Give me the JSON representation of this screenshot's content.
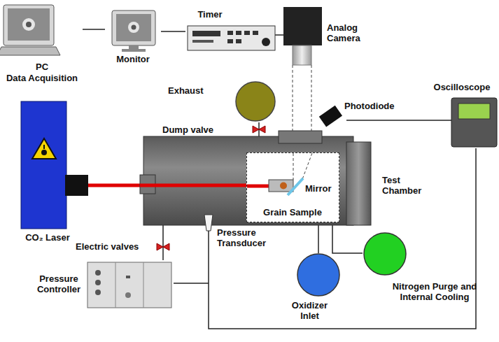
{
  "diagram": {
    "nodes": [
      {
        "text": [
          "PC",
          "Data Acquisition"
        ]
      },
      {
        "text": [
          "Monitor"
        ]
      },
      {
        "text": [
          "Timer"
        ]
      },
      {
        "text": [
          "Analog Camera"
        ]
      },
      {
        "text": [
          "Exhaust"
        ]
      },
      {
        "text": [
          "Photodiode"
        ]
      },
      {
        "text": [
          "Oscilloscope"
        ]
      },
      {
        "text": [
          "CO₂ Laser"
        ]
      },
      {
        "text": [
          "Test Chamber"
        ]
      },
      {
        "text": [
          "Grain Sample"
        ],
        "in": 8
      },
      {
        "text": [
          "Pressure Controller"
        ]
      },
      {
        "text": [
          "Oxidizer Inlet"
        ]
      },
      {
        "text": [
          "Nitrogen Purge and Internal Cooling"
        ]
      }
    ],
    "edges": [
      {
        "from": 0,
        "to": 1,
        "arrow": "none"
      },
      {
        "from": 1,
        "to": 2,
        "arrow": "none"
      },
      {
        "from": 2,
        "to": 3,
        "arrow": "none"
      },
      {
        "from": 4,
        "to": 8,
        "arrow": "none"
      },
      {
        "from": 5,
        "to": 6,
        "arrow": "none"
      },
      {
        "from": 7,
        "to": 8,
        "arrow": "none"
      },
      {
        "from": 10,
        "to": 8,
        "arrow": "none"
      },
      {
        "from": 11,
        "to": 9,
        "arrow": "none"
      },
      {
        "from": 12,
        "to": 8,
        "arrow": "none"
      },
      {
        "from": 8,
        "to": 6,
        "arrow": "none"
      }
    ],
    "labels": [
      "Dump valve",
      "Mirror",
      "Electric valves",
      "Pressure Transducer"
    ]
  }
}
